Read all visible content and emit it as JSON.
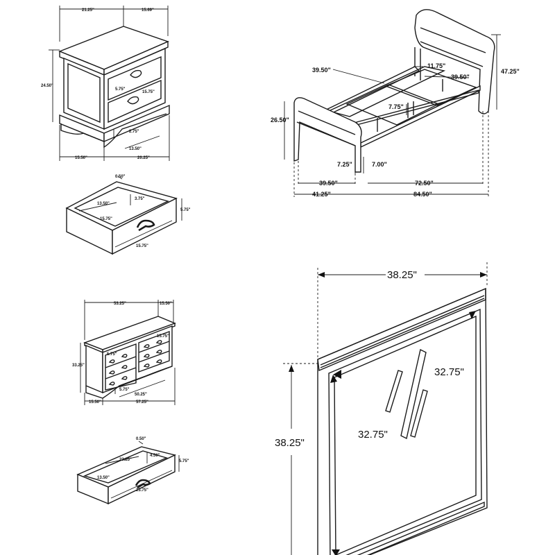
{
  "nightstand": {
    "top_width": "21.25\"",
    "top_depth": "15.69\"",
    "height": "24.50\"",
    "drawer_upper": "5.75\"",
    "drawer_lower": "15.75\"",
    "leg_height": "2.75\"",
    "inner_width": "13.50\"",
    "depth_bottom": "15.50\"",
    "width_bottom": "20.25\""
  },
  "nightstand_drawer": {
    "top_gap": "0.50\"",
    "inner_depth": "13.50\"",
    "inner_height": "3.75\"",
    "inner_width": "15.75\"",
    "height": "5.75\"",
    "width": "15.75\""
  },
  "bed": {
    "headboard_height": "47.25\"",
    "footboard_height": "26.50\"",
    "rail_width": "39.50\"",
    "slat_inner": "11.75\"",
    "inner_width": "39.50\"",
    "slat_height": "7.75\"",
    "clearance_left": "7.25\"",
    "clearance_right": "7.00\"",
    "inner_width_bottom": "39.50\"",
    "rail_length": "72.50\"",
    "overall_width": "41.25\"",
    "overall_length": "84.50\""
  },
  "dresser": {
    "width": "53.25\"",
    "depth": "15.50\"",
    "height": "33.25\"",
    "drawer_a": "15.75\"",
    "drawer_b": "5.75\"",
    "drawer_c": "5.75\"",
    "inner_width": "50.25\"",
    "depth_bottom": "15.50\"",
    "width_bottom": "57.25\""
  },
  "dresser_drawer": {
    "top_gap": "0.50\"",
    "inner_depth": "23.25\"",
    "inner_height": "4.50\"",
    "inner_width": "13.50\"",
    "height": "5.75\"",
    "width": "23.75\""
  },
  "mirror": {
    "width": "38.25\"",
    "height": "38.25\"",
    "glass_width": "32.75\"",
    "glass_height": "32.75\""
  }
}
